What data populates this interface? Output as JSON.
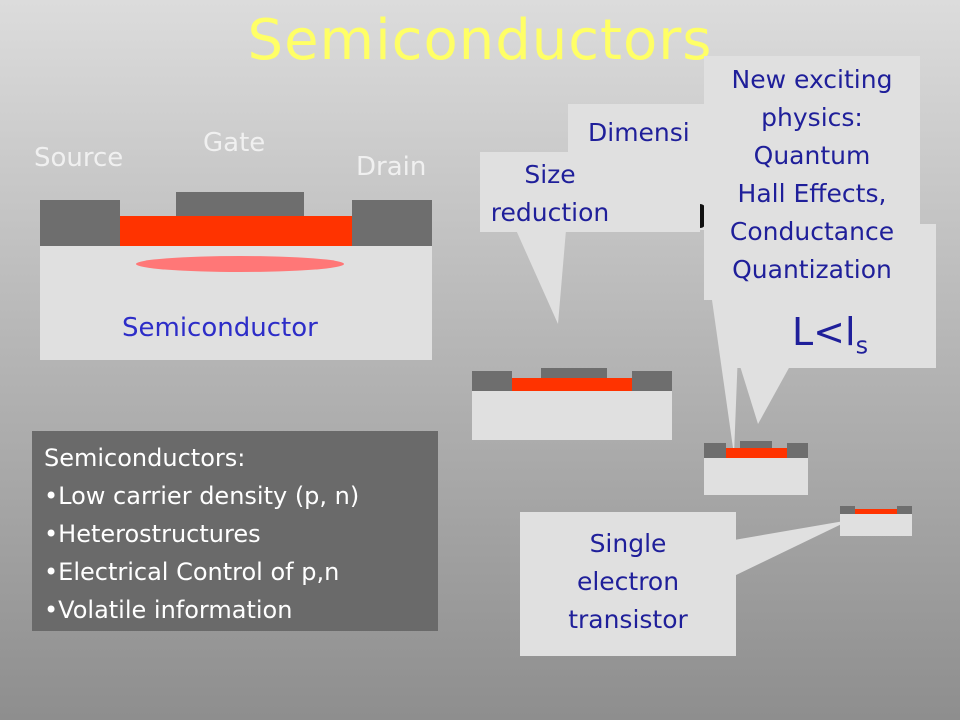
{
  "title": "Semiconductors",
  "device": {
    "source_label": "Source",
    "gate_label": "Gate",
    "drain_label": "Drain",
    "semiconductor_label": "Semiconductor"
  },
  "info": {
    "heading": "Semiconductors:",
    "bullets": [
      "•Low carrier density (p, n)",
      "•Heterostructures",
      "•Electrical Control of p,n",
      "•Volatile information"
    ]
  },
  "callouts": {
    "size_reduction": [
      "Size",
      "reduction"
    ],
    "dimension_partial": "Dimensi",
    "physics": [
      "New exciting",
      "physics:",
      "Quantum",
      "Hall Effects,",
      "Conductance",
      "Quantization"
    ],
    "length_main": "L<l",
    "length_sub": "s",
    "set": [
      "Single",
      "electron",
      "transistor"
    ]
  },
  "colors": {
    "title": "#ffff66",
    "channel": "#ff3300",
    "contact": "#6e6e6e",
    "substrate": "#e0e0e0",
    "callout_text": "#1f1f9a"
  }
}
